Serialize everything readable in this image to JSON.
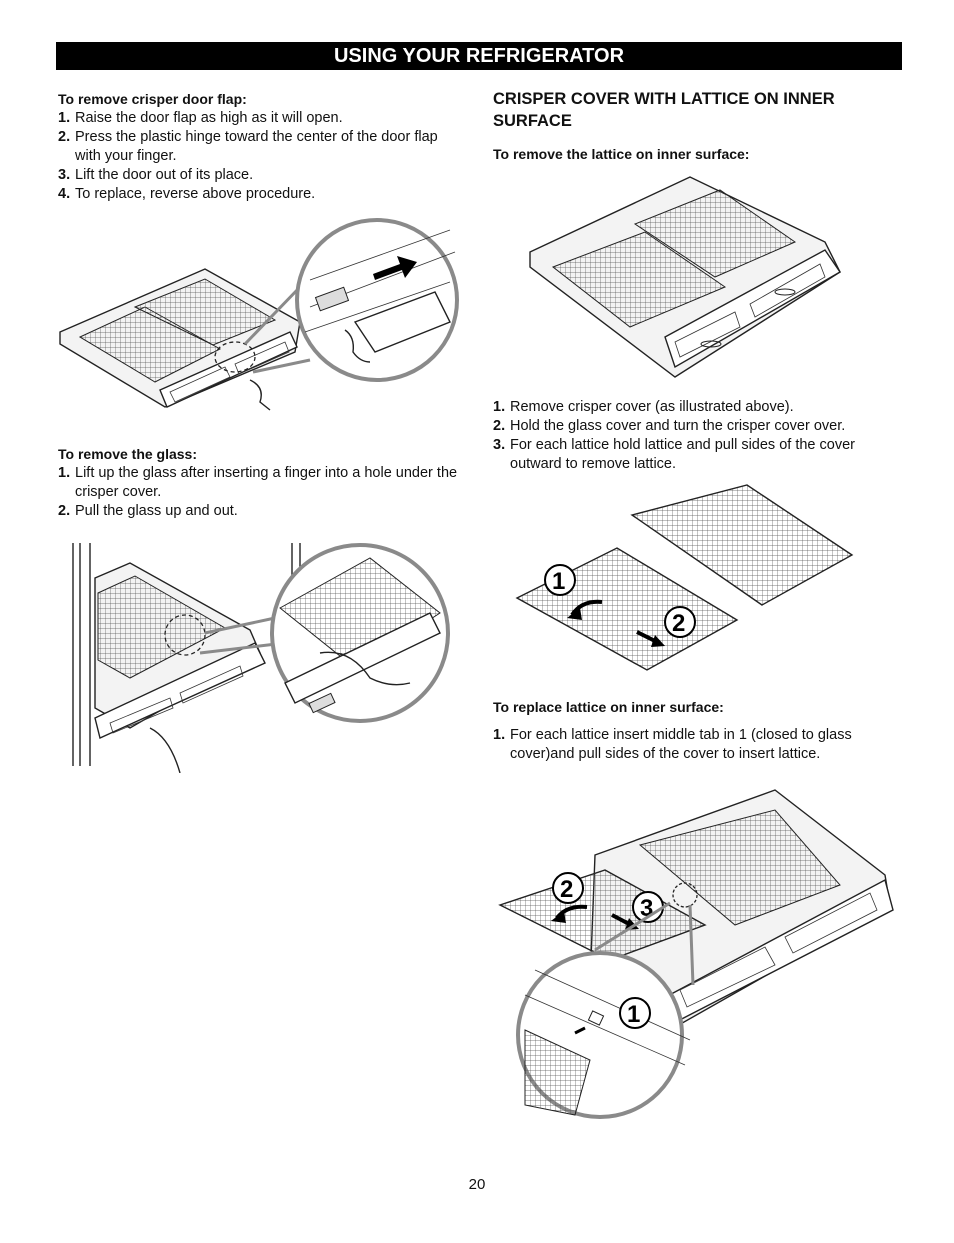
{
  "header": {
    "title": "USING YOUR REFRIGERATOR"
  },
  "left": {
    "door_flap": {
      "heading": "To remove crisper door flap:",
      "steps": [
        {
          "num": "1.",
          "text": "Raise the door flap as high as it will open."
        },
        {
          "num": "2.",
          "text": "Press the plastic hinge toward the center of the door flap with your finger."
        },
        {
          "num": "3.",
          "text": "Lift the door out of its place."
        },
        {
          "num": "4.",
          "text": "To replace, reverse above procedure."
        }
      ]
    },
    "glass": {
      "heading": "To remove the glass:",
      "steps": [
        {
          "num": "1.",
          "text": "Lift up the glass after inserting a finger into a hole under the crisper cover."
        },
        {
          "num": "2.",
          "text": "Pull the glass up and out."
        }
      ]
    }
  },
  "right": {
    "section_title": "CRISPER COVER WITH LATTICE ON INNER SURFACE",
    "remove_lattice": {
      "heading": "To remove the lattice on inner surface:",
      "steps": [
        {
          "num": "1.",
          "text": "Remove crisper cover (as illustrated above)."
        },
        {
          "num": "2.",
          "text": "Hold the glass cover and turn the crisper cover over."
        },
        {
          "num": "3.",
          "text": "For each lattice hold lattice and pull sides of the cover outward to remove lattice."
        }
      ]
    },
    "replace_lattice": {
      "heading": "To replace lattice on inner surface:",
      "steps": [
        {
          "num": "1.",
          "text": "For each lattice insert middle tab in 1 (closed to glass cover)and pull sides of the cover to insert lattice."
        }
      ]
    },
    "fig_remove_labels": {
      "one": "1",
      "two": "2"
    },
    "fig_replace_labels": {
      "one": "1",
      "two": "2",
      "three": "3"
    }
  },
  "footer": {
    "page_number": "20"
  }
}
